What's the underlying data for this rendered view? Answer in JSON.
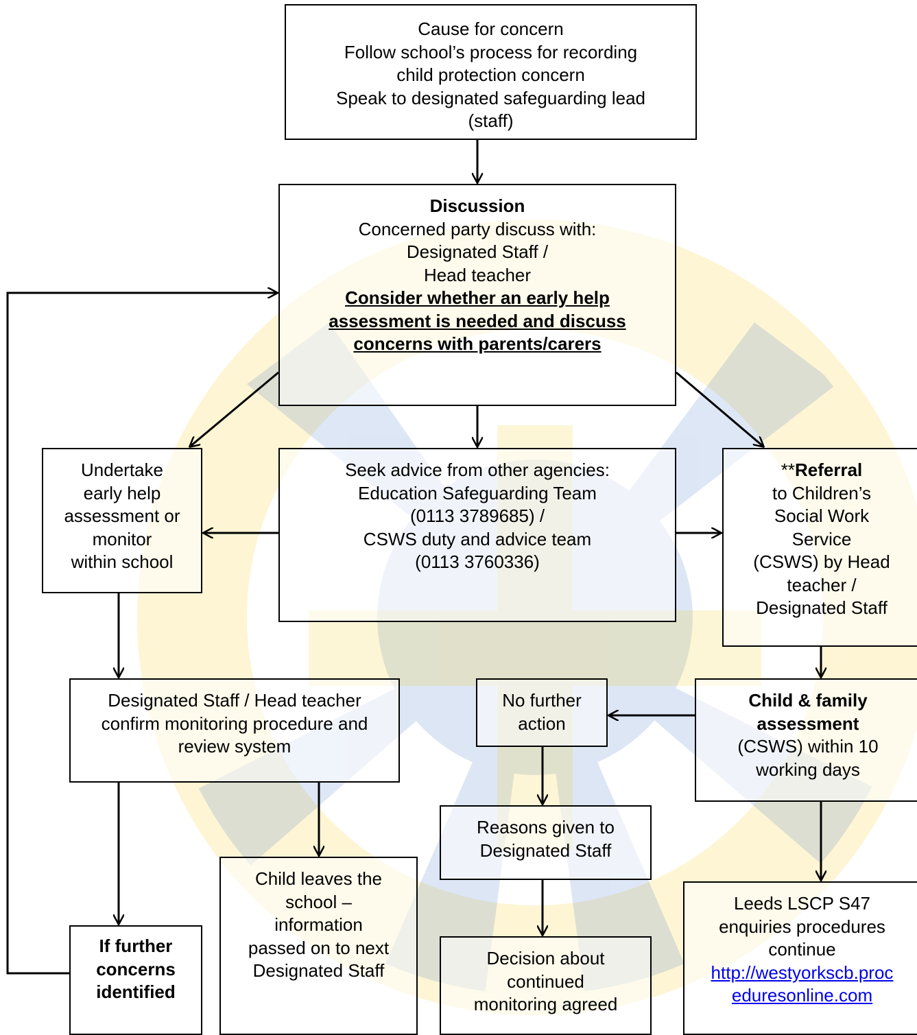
{
  "colors": {
    "border": "#000000",
    "text": "#000000",
    "link": "#0000ee",
    "watermark_blue": "#4a78c8",
    "watermark_gold": "#f2c400"
  },
  "boxes": {
    "cause": {
      "lines": [
        "Cause for concern",
        "Follow school’s process for recording",
        "child protection concern",
        "Speak to designated safeguarding lead",
        "(staff)"
      ]
    },
    "discussion": {
      "title": "Discussion",
      "lines": [
        "Concerned party discuss with:",
        "Designated Staff /",
        "Head teacher"
      ],
      "emphasis_lines": [
        "Consider whether an early help",
        "assessment is needed and discuss",
        "concerns with parents/carers"
      ]
    },
    "early_help": {
      "lines": [
        "Undertake",
        "early help",
        "assessment or",
        "monitor",
        "within school"
      ]
    },
    "seek_advice": {
      "lines": [
        "Seek advice from other agencies:",
        "Education Safeguarding Team",
        "(0113 3789685) /",
        "CSWS duty and advice team",
        "(0113 3760336)"
      ]
    },
    "referral": {
      "prefix": "**",
      "title": "Referral",
      "lines": [
        "to Children’s",
        "Social Work",
        "Service",
        "(CSWS) by Head",
        "teacher /",
        "Designated Staff"
      ]
    },
    "confirm_monitoring": {
      "lines": [
        "Designated Staff / Head teacher",
        "confirm monitoring procedure and",
        "review system"
      ]
    },
    "no_further_action": {
      "lines": [
        "No further",
        "action"
      ]
    },
    "child_family_assessment": {
      "title_lines": [
        "Child & family",
        "assessment"
      ],
      "lines": [
        "(CSWS) within 10",
        "working days"
      ]
    },
    "reasons_given": {
      "lines": [
        "Reasons given to",
        "Designated Staff"
      ]
    },
    "further_concerns": {
      "title_lines": [
        "If further",
        "concerns",
        "identified"
      ]
    },
    "child_leaves": {
      "lines": [
        "Child leaves the",
        "school –",
        "information",
        "passed on to next",
        "Designated Staff"
      ]
    },
    "decision": {
      "lines": [
        "Decision about",
        "continued",
        "monitoring agreed"
      ]
    },
    "leeds": {
      "lines": [
        "Leeds LSCP S47",
        "enquiries procedures",
        "continue"
      ],
      "link_lines": [
        "http://westyorkscb.proc",
        "eduresonline.com"
      ]
    }
  }
}
